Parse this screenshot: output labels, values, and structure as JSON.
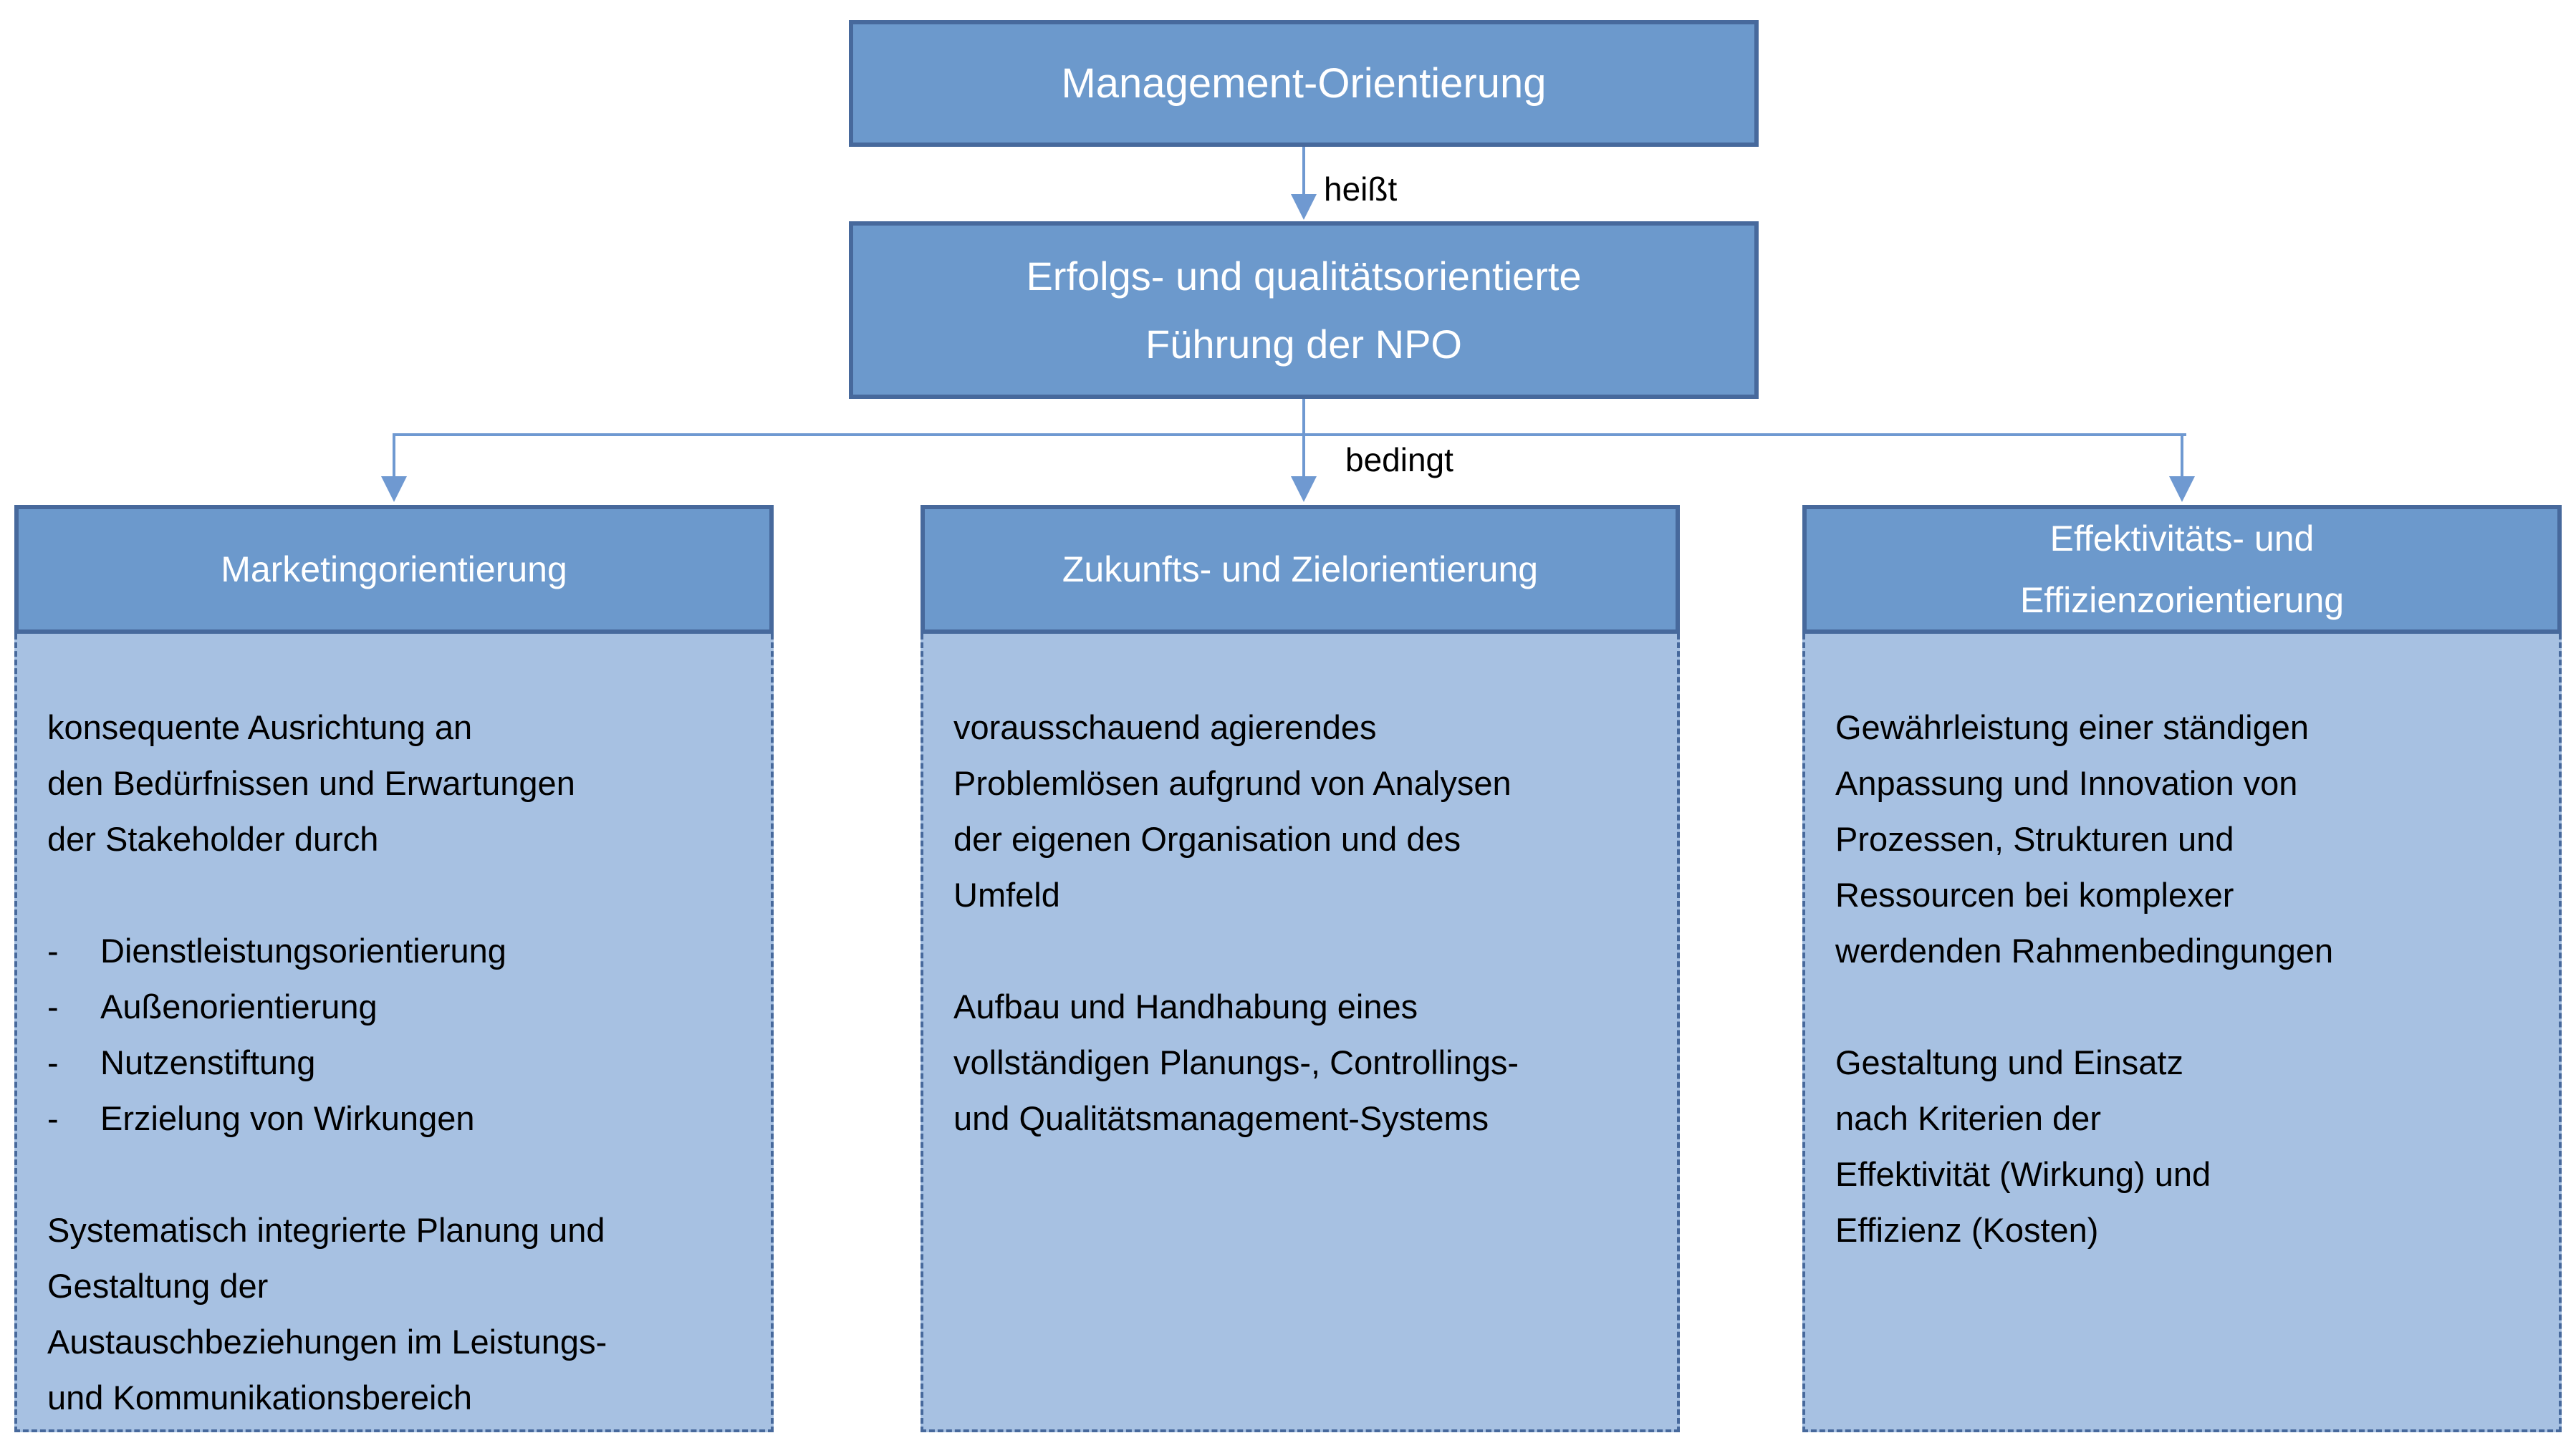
{
  "diagram": {
    "colors": {
      "header_fill": "#6c99cc",
      "header_border": "#47699c",
      "body_fill": "#a7c1e2",
      "body_border": "#47699c",
      "connector": "#6f99d1",
      "header_text": "#ffffff",
      "body_text": "#000000"
    },
    "top_box": {
      "label": "Management-Orientierung"
    },
    "arrow1": {
      "label": "heißt"
    },
    "second_box": {
      "lines": [
        "Erfolgs- und qualitätsorientierte",
        "Führung der NPO"
      ]
    },
    "arrow2": {
      "label": "bedingt"
    },
    "columns": [
      {
        "id": "marketingorientierung",
        "header_lines": [
          "Marketingorientierung"
        ],
        "body": [
          {
            "type": "p",
            "lines": [
              "konsequente Ausrichtung an",
              "den Bedürfnissen und Erwartungen",
              "der Stakeholder durch"
            ]
          },
          {
            "type": "list",
            "items": [
              "Dienstleistungsorientierung",
              "Außenorientierung",
              "Nutzenstiftung",
              "Erzielung von Wirkungen"
            ]
          },
          {
            "type": "p",
            "lines": [
              "Systematisch integrierte Planung und",
              "Gestaltung der",
              "Austauschbeziehungen im Leistungs-",
              "und Kommunikationsbereich"
            ]
          }
        ]
      },
      {
        "id": "zukunfts-und-zielorientierung",
        "header_lines": [
          "Zukunfts- und Zielorientierung"
        ],
        "body": [
          {
            "type": "p",
            "lines": [
              "vorausschauend agierendes",
              "Problemlösen aufgrund von Analysen",
              "der eigenen Organisation und des",
              "Umfeld"
            ]
          },
          {
            "type": "p",
            "lines": [
              "Aufbau und Handhabung eines",
              "vollständigen Planungs-, Controllings-",
              "und Qualitätsmanagement-Systems"
            ]
          }
        ]
      },
      {
        "id": "effektivitaets-und-effizienzorientierung",
        "header_lines": [
          "Effektivitäts- und",
          "Effizienzorientierung"
        ],
        "body": [
          {
            "type": "p",
            "lines": [
              "Gewährleistung einer ständigen",
              "Anpassung und Innovation von",
              "Prozessen, Strukturen und",
              "Ressourcen bei komplexer",
              "werdenden Rahmenbedingungen"
            ]
          },
          {
            "type": "p",
            "lines": [
              "Gestaltung und Einsatz",
              "nach Kriterien der",
              "Effektivität (Wirkung) und",
              "Effizienz (Kosten)"
            ]
          }
        ]
      }
    ]
  }
}
